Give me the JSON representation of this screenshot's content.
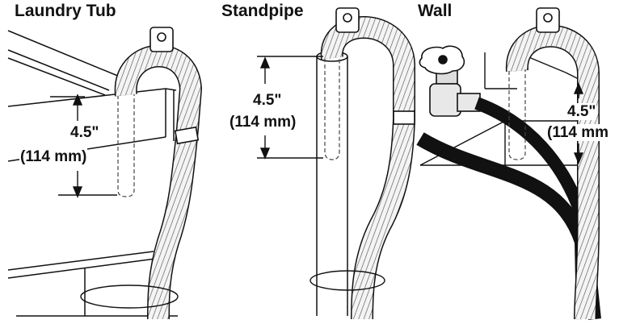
{
  "panels": [
    {
      "title": "Laundry Tub",
      "height_in": "4.5\"",
      "height_mm": "(114 mm)"
    },
    {
      "title": "Standpipe",
      "height_in": "4.5\"",
      "height_mm": "(114 mm)"
    },
    {
      "title": "Wall",
      "height_in": "4.5\"",
      "height_mm": "(114 mm"
    }
  ]
}
